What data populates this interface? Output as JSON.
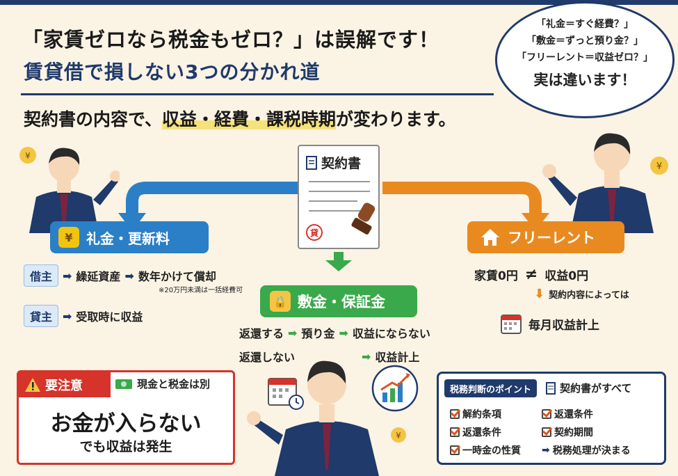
{
  "header": {
    "title1": "「家賃ゼロなら税金もゼロ？」は誤解です！",
    "title2": "賃貸借で損しない3つの分かれ道",
    "subline_prefix": "契約書の内容で、",
    "subline_highlight": "収益・経費・課税時期",
    "subline_suffix": "が変わります。"
  },
  "bubble": {
    "line1": "「礼金＝すぐ経費？」",
    "line2": "「敷金＝ずっと預り金？」",
    "line3": "「フリーレント＝収益ゼロ？」",
    "big": "実は違います！"
  },
  "document": {
    "label": "契約書",
    "stamp": "貸"
  },
  "reikin": {
    "title": "礼金・更新料",
    "karinushi": "借主",
    "step1": "繰延資産",
    "step2": "数年かけて償却",
    "note": "※20万円未満は一括経費可",
    "kashinushi": "貸主",
    "kashinushi_result": "受取時に収益"
  },
  "shikikin": {
    "title": "敷金・保証金",
    "a1": "返還する",
    "a2": "預り金",
    "a3": "収益にならない",
    "b1": "返還しない",
    "b2": "収益計上"
  },
  "freerent": {
    "title": "フリーレント",
    "left": "家賃0円",
    "neq": "≠",
    "right": "収益0円",
    "note": "契約内容によっては",
    "result": "毎月収益計上"
  },
  "warning": {
    "head": "要注意",
    "tag": "現金と税金は別",
    "big": "お金が入らない",
    "small": "でも収益は発生"
  },
  "points": {
    "head": "税務判断のポイント",
    "tag": "契約書がすべて",
    "items": [
      "解約条項",
      "返還条件",
      "返還条件",
      "契約期間",
      "一時金の性質"
    ],
    "result": "税務処理が決まる"
  },
  "colors": {
    "navy": "#1f3a6b",
    "blue": "#2a7fc6",
    "orange": "#e98a20",
    "green": "#3aa94b",
    "red": "#d6332a"
  }
}
